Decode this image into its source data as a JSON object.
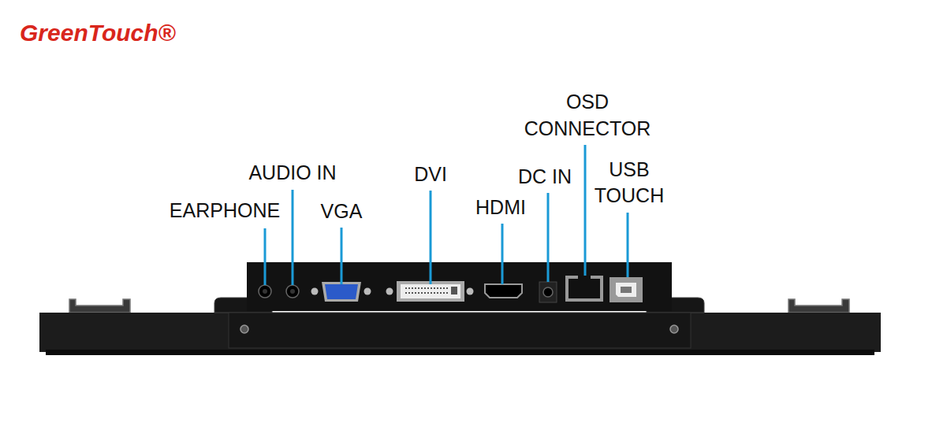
{
  "diagram": {
    "labels": [
      "GreenTouch®",
      "EARPHONE",
      "AUDIO IN",
      "VGA",
      "DVI",
      "HDMI",
      "DC IN",
      "OSD CONNECTOR",
      "USB TOUCH"
    ]
  }
}
